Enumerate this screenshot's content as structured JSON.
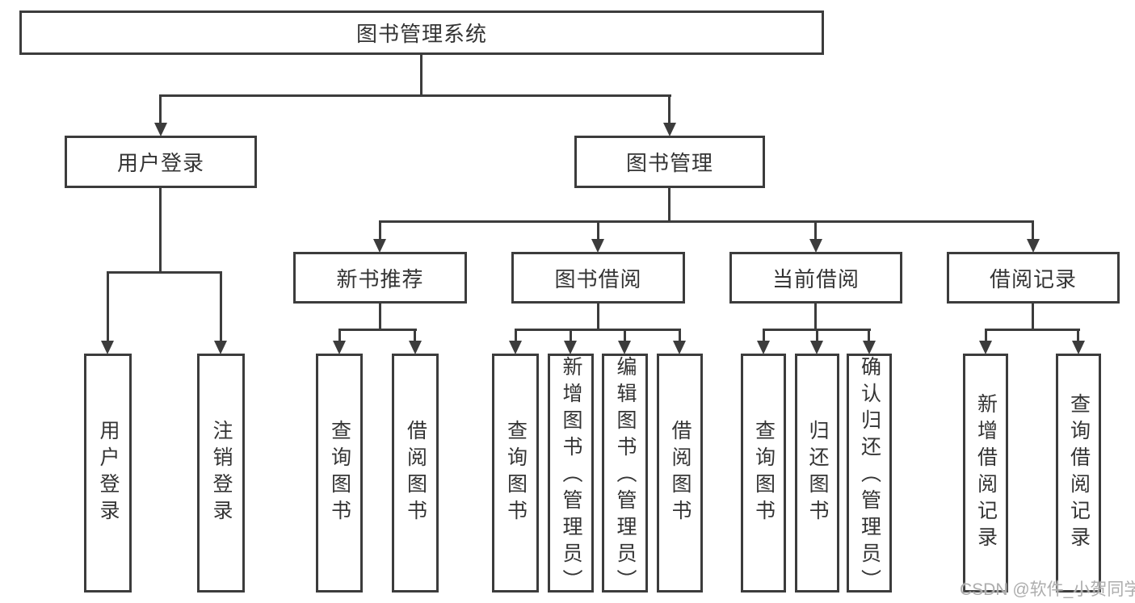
{
  "tree": {
    "root": {
      "label": "图书管理系统"
    },
    "children": [
      {
        "label": "用户登录",
        "children": [
          {
            "label": "用户登录"
          },
          {
            "label": "注销登录"
          }
        ]
      },
      {
        "label": "图书管理",
        "children": [
          {
            "label": "新书推荐",
            "children": [
              {
                "label": "查询图书"
              },
              {
                "label": "借阅图书"
              }
            ]
          },
          {
            "label": "图书借阅",
            "children": [
              {
                "label": "查询图书"
              },
              {
                "label": "新增图书（管理员）"
              },
              {
                "label": "编辑图书（管理员）"
              },
              {
                "label": "借阅图书"
              }
            ]
          },
          {
            "label": "当前借阅",
            "children": [
              {
                "label": "查询图书"
              },
              {
                "label": "归还图书"
              },
              {
                "label": "确认归还（管理员）"
              }
            ]
          },
          {
            "label": "借阅记录",
            "children": [
              {
                "label": "新增借阅记录"
              },
              {
                "label": "查询借阅记录"
              }
            ]
          }
        ]
      }
    ]
  },
  "watermark": {
    "text": "CSDN @软件_小贺同学"
  },
  "colors": {
    "line": "#3c3c3c",
    "text": "#343434",
    "watermark": "#adadad",
    "background": "#ffffff"
  }
}
